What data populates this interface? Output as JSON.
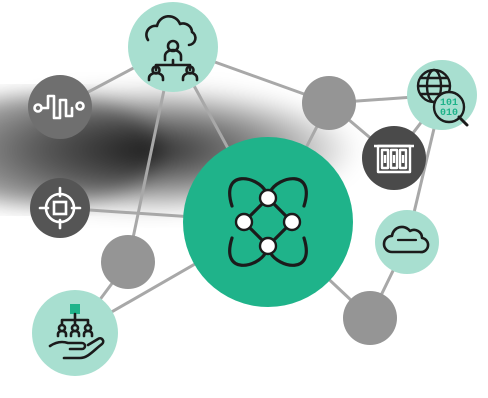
{
  "diagram": {
    "nodes": [
      {
        "id": "org-structure-node",
        "kind": "icon",
        "icon": "org-chart-cloud-icon",
        "fill": "#a8dfd0"
      },
      {
        "id": "signal-node",
        "kind": "icon",
        "icon": "signal-waveform-icon",
        "fill": "#6f6f6f"
      },
      {
        "id": "target-node",
        "kind": "icon",
        "icon": "crosshair-target-icon",
        "fill": "#555555"
      },
      {
        "id": "hub-node",
        "kind": "icon",
        "icon": "network-mesh-icon",
        "fill": "#1fb38a"
      },
      {
        "id": "hand-hierarchy-node",
        "kind": "icon",
        "icon": "hand-hierarchy-icon",
        "fill": "#a8dfd0"
      },
      {
        "id": "globe-data-node",
        "kind": "icon",
        "icon": "globe-binary-search-icon",
        "fill": "#a8dfd0"
      },
      {
        "id": "datacenter-node",
        "kind": "icon",
        "icon": "server-rack-icon",
        "fill": "#4a4a4a"
      },
      {
        "id": "cloud-node",
        "kind": "icon",
        "icon": "cloud-icon",
        "fill": "#a8dfd0"
      },
      {
        "id": "blank-node-top",
        "kind": "blank",
        "fill": "#959595"
      },
      {
        "id": "blank-node-left",
        "kind": "blank",
        "fill": "#959595"
      },
      {
        "id": "blank-node-bottom",
        "kind": "blank",
        "fill": "#959595"
      }
    ],
    "colors": {
      "link": "#a8a8a8",
      "accent": "#1fb38a",
      "mint": "#a8dfd0",
      "icon_stroke": "#1b1b1b",
      "icon_light": "#ffffff"
    },
    "binary_text": [
      "101",
      "010"
    ]
  }
}
